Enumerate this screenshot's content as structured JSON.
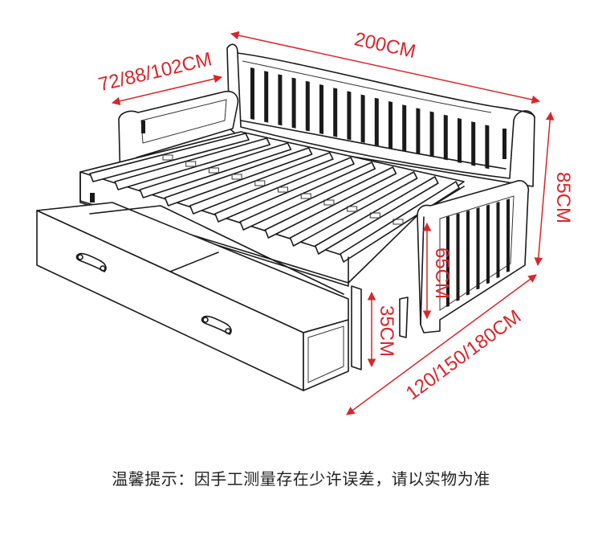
{
  "dimensions": {
    "length": "200CM",
    "depth": "72/88/102CM",
    "back_height": "85CM",
    "arm_height": "65CM",
    "drawer_height": "35CM",
    "width_options": "120/150/180CM"
  },
  "caption": "温馨提示：因手工测量存在少许误差，请以实物为准",
  "colors": {
    "dimension": "#d8262c",
    "line": "#1a1a1a",
    "background": "#ffffff"
  }
}
